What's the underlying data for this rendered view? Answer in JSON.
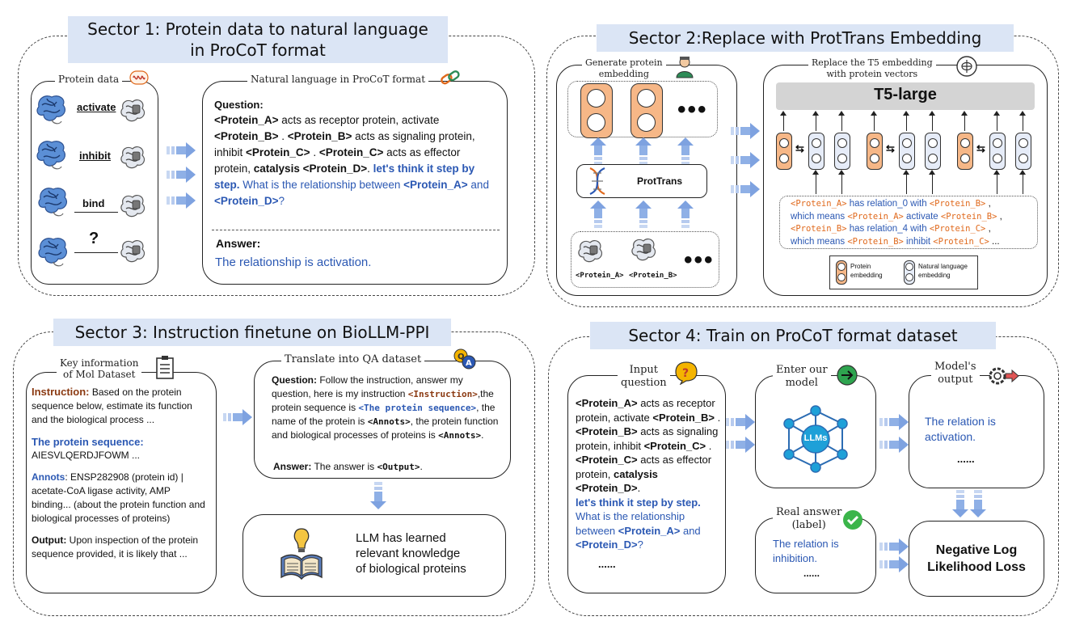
{
  "sector1": {
    "title": "Sector 1: Protein data to natural language\nin ProCoT format",
    "protein_data_label": "Protein data",
    "relations": [
      "activate",
      "inhibit",
      "bind",
      "?"
    ],
    "nl_label": "Natural language in ProCoT format",
    "question_label": "Question:",
    "q_parts": [
      "<Protein_A>",
      " acts as receptor protein,  activate ",
      "<Protein_B>",
      " . ",
      "<Protein_B>",
      " acts as signaling protein, inhibit ",
      "<Protein_C>",
      " . ",
      "<Protein_C>",
      " acts as effector protein, ",
      "catalysis",
      " ",
      "<Protein_D>",
      "."
    ],
    "cot": "let's think it step by step.",
    "q_tail_parts": [
      " What is the relationship between ",
      "<Protein_A>",
      " and ",
      "<Protein_D>",
      "?"
    ],
    "answer_label": "Answer:",
    "answer_text": "The relationship is activation."
  },
  "sector2": {
    "title": "Sector 2:Replace with ProtTrans Embedding",
    "gen_label": "Generate protein\nembedding",
    "replace_label": "Replace the T5 embedding\nwith protein vectors",
    "model_name": "ProtTrans",
    "t5_label": "T5-large",
    "protein_a": "<Protein_A>",
    "protein_b": "<Protein_B>",
    "ellipsis": "•••",
    "lines": [
      [
        {
          "t": "<Protein_A>",
          "c": "orange"
        },
        {
          "t": " has relation_0 with ",
          "c": "blue"
        },
        {
          "t": "<Protein_B>",
          "c": "orange"
        },
        {
          "t": " ,",
          "c": "dark"
        }
      ],
      [
        {
          "t": "which means ",
          "c": "blue"
        },
        {
          "t": "<Protein_A>",
          "c": "orange"
        },
        {
          "t": " activate ",
          "c": "blue"
        },
        {
          "t": "<Protein_B>",
          "c": "orange"
        },
        {
          "t": " ,",
          "c": "dark"
        }
      ],
      [
        {
          "t": "<Protein_B>",
          "c": "orange"
        },
        {
          "t": " has relation_4 with ",
          "c": "blue"
        },
        {
          "t": "<Protein_C>",
          "c": "orange"
        },
        {
          "t": " ,",
          "c": "dark"
        }
      ],
      [
        {
          "t": "which means ",
          "c": "blue"
        },
        {
          "t": "<Protein_B>",
          "c": "orange"
        },
        {
          "t": " inhibit ",
          "c": "blue"
        },
        {
          "t": "<Protein_C>",
          "c": "orange"
        },
        {
          "t": " ...",
          "c": "dark"
        }
      ]
    ],
    "legend_protein": "Protein\nembedding",
    "legend_nl": "Natural language\nembedding"
  },
  "sector3": {
    "title": "Sector 3: Instruction finetune on BioLLM-PPI",
    "key_info_label": "Key information\nof Mol Dataset",
    "instruction_label": "Instruction:",
    "instruction_text": " Based on the protein sequence below, estimate its function and the biological process ...",
    "seq_label": "The protein sequence:",
    "seq_text": "AIESVLQERDJFOWM ...",
    "annots_label": "Annots",
    "annots_text": ": ENSP282908 (protein id) | acetate-CoA ligase activity, AMP binding... (about the protein function and biological processes of proteins)",
    "output_label": "Output:",
    "output_text": "  Upon inspection of the protein sequence provided, it is likely that ...",
    "translate_label": "Translate into QA dataset",
    "qa_question_label": "Question:",
    "qa_q1": " Follow the instruction, answer my question, here is my instruction ",
    "qa_instr": "<Instruction>",
    "qa_q2": ",the protein sequence is ",
    "qa_seq": "<The protein sequence>",
    "qa_q3": ",   the name of the protein is ",
    "qa_annots": "<Annots>",
    "qa_q4": ",  the protein function and biological processes of proteins is ",
    "qa_annots2": "<Annots>",
    "qa_q5": ".",
    "qa_answer_label": "Answer:",
    "qa_answer_text": " The answer is ",
    "qa_output": "<Output>",
    "qa_answer_end": ".",
    "learned": "LLM has learned\nrelevant knowledge\nof biological proteins"
  },
  "sector4": {
    "title": "Sector 4: Train on ProCoT format dataset",
    "input_label": "Input\nquestion",
    "model_label": "Enter our\nmodel",
    "output_label": "Model's\noutput",
    "real_label": "Real answer\n(label)",
    "llm_label": "LLMs",
    "input_parts": [
      {
        "t": "<Protein_A>",
        "s": "b"
      },
      {
        "t": " acts as receptor protein,  activate ",
        "s": ""
      },
      {
        "t": "<Protein_B>",
        "s": "b"
      },
      {
        "t": " . ",
        "s": ""
      },
      {
        "t": "<Protein_B>",
        "s": "b"
      },
      {
        "t": " acts as signaling protein, inhibit ",
        "s": ""
      },
      {
        "t": "<Protein_C>",
        "s": "b"
      },
      {
        "t": " . ",
        "s": ""
      },
      {
        "t": "<Protein_C>",
        "s": "b"
      },
      {
        "t": " acts as effector protein, ",
        "s": ""
      },
      {
        "t": "catalysis",
        "s": "b"
      },
      {
        "t": " ",
        "s": ""
      },
      {
        "t": "<Protein_D>",
        "s": "b"
      },
      {
        "t": ".",
        "s": ""
      }
    ],
    "input_cot": "let's think it step by step.",
    "input_tail": [
      {
        "t": " What is the relationship between ",
        "s": "blue"
      },
      {
        "t": "<Protein_A>",
        "s": "bblue"
      },
      {
        "t": " and ",
        "s": "blue"
      },
      {
        "t": "<Protein_D>",
        "s": "bblue"
      },
      {
        "t": "?",
        "s": "blue"
      }
    ],
    "input_more": "......",
    "model_output": "The relation is\nactivation.",
    "model_output_more": "......",
    "real_answer": "The relation is\ninhibition.",
    "real_more": "......",
    "loss": "Negative Log\nLikelihood Loss"
  },
  "colors": {
    "title_bg": "#dbe5f5",
    "accent_blue": "#2b58b3",
    "orange": "#e0691c",
    "emb_orange": "#f6b787",
    "arrow_blue": "#8fb0e6"
  }
}
